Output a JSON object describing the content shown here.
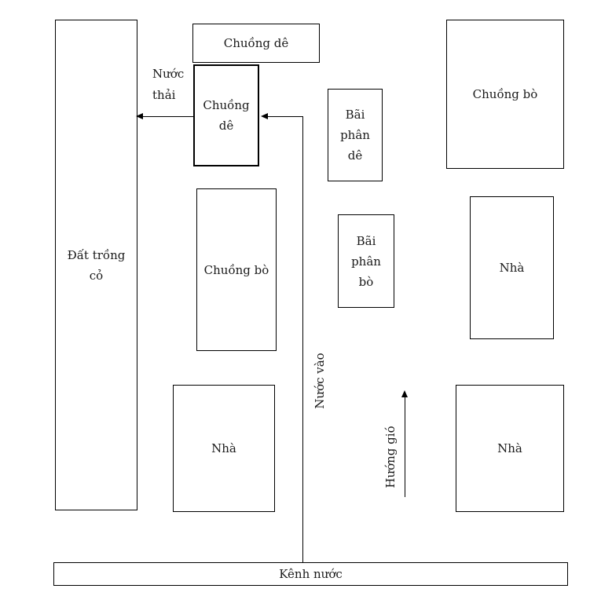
{
  "diagram": {
    "grass_field": "Đất trồng\ncỏ",
    "goat_barn_top": "Chuồng dê",
    "goat_barn_small": "Chuồng\ndê",
    "goat_manure": "Bãi\nphân\ndê",
    "cow_manure": "Bãi\nphân\nbò",
    "cow_barn_mid": "Chuồng bò",
    "cow_barn_right": "Chuồng bò",
    "house_right": "Nhà",
    "house_bottom_left": "Nhà",
    "house_bottom_right": "Nhà",
    "canal": "Kênh nước",
    "waste_water": "Nước\nthải",
    "water_in": "Nước vào",
    "wind_direction": "Hướng gió"
  }
}
